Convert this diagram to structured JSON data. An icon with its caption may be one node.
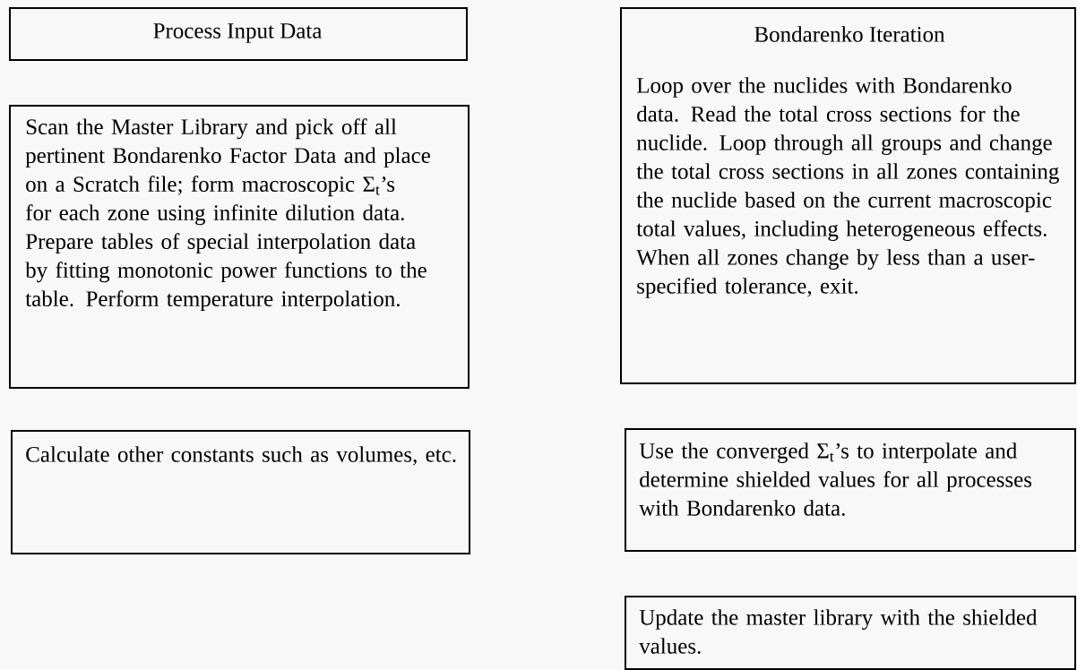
{
  "diagram": {
    "nodes": [
      {
        "text": [
          "Process Input Data"
        ]
      },
      {
        "text": [
          "Scan the Master Library and pick off all pertinent Bondarenko Factor Data and place on a Scratch file; form macroscopic Σ$_{t}$’s for each zone using infinite dilution data. Prepare tables of special interpolation data by fitting monotonic power functions to the table. Perform temperature interpolation."
        ]
      },
      {
        "text": [
          "Bondarenko Iteration",
          "Loop over the nuclides with Bondarenko data. Read the total cross sections for the nuclide. Loop through all groups and change the total cross sections in all zones containing the nuclide based on the current macroscopic total values, including heterogeneous effects. When all zones change by less than a user-specified tolerance, exit."
        ]
      },
      {
        "text": [
          "Calculate other constants such as volumes, etc."
        ]
      },
      {
        "text": [
          "Use the converged Σ$_{t}$’s to interpolate and determine shielded values for all processes with Bondarenko data."
        ]
      },
      {
        "text": [
          "Update the master library with the shielded values."
        ]
      }
    ]
  }
}
